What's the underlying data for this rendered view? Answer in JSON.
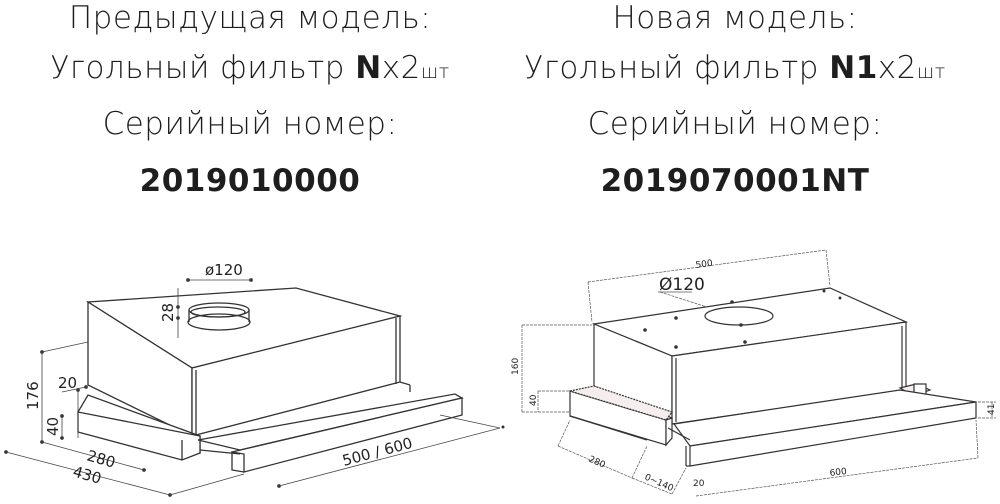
{
  "previous_model": {
    "heading": "Предыдущая модель:",
    "filter_label": "Угольный фильтр ",
    "filter_code": "N",
    "filter_multiplier": "x2",
    "filter_unit": "шт",
    "serial_label": "Серийный номер:",
    "serial_number": "2019010000",
    "drawing": {
      "duct_diameter": "ø120",
      "duct_height": "28",
      "total_height": "176",
      "panel_offset": "20",
      "panel_height": "40",
      "depth_inner": "280",
      "depth_total": "430",
      "width": "500 / 600"
    }
  },
  "new_model": {
    "heading": "Новая модель:",
    "filter_label": "Угольный фильтр ",
    "filter_code": "N1",
    "filter_multiplier": "x2",
    "filter_unit": "шт",
    "serial_label": "Серийный номер:",
    "serial_number": "2019070001NT",
    "drawing": {
      "top_width": "500",
      "duct_diameter": "Ø120",
      "total_height": "160",
      "base_height": "40",
      "depth": "280",
      "extension": "0~140",
      "panel_thickness": "20",
      "panel_width": "600",
      "panel_height": "41"
    }
  }
}
